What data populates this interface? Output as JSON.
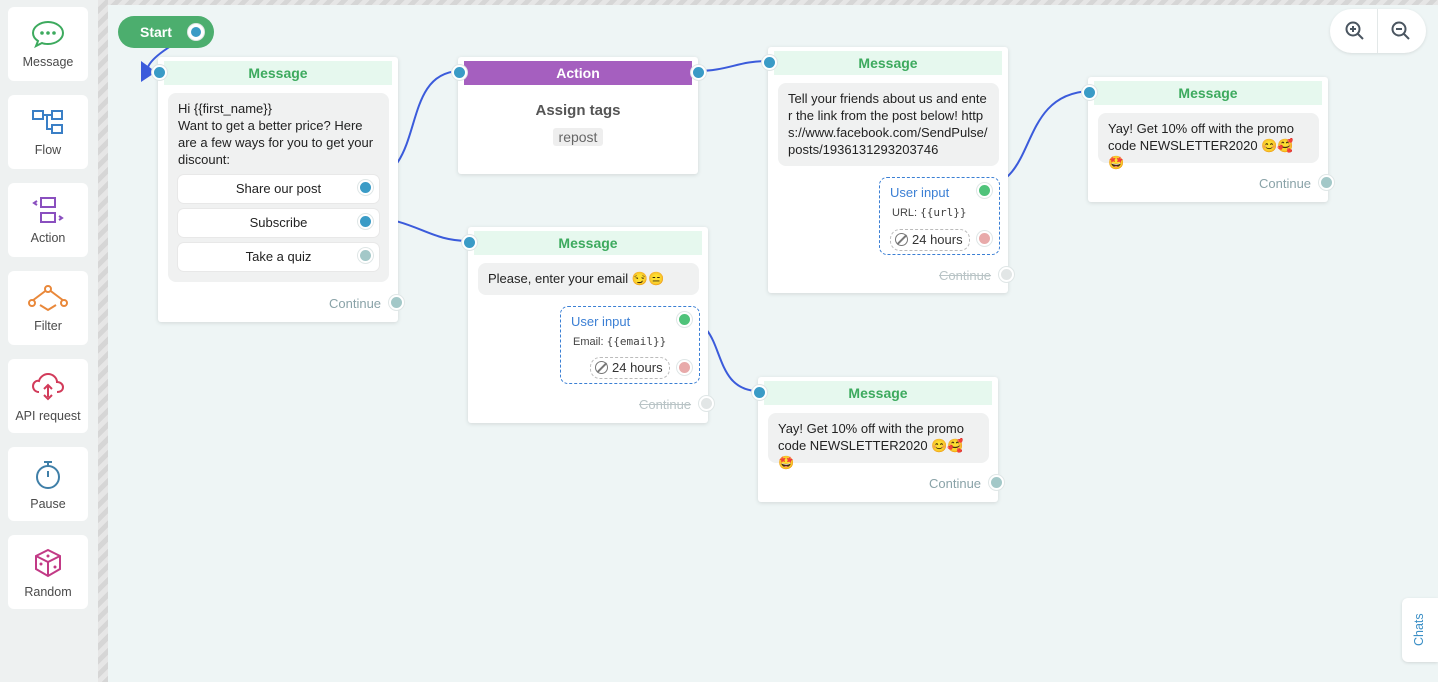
{
  "sidebar": {
    "items": [
      {
        "label": "Message",
        "icon": "chat-bubble-icon"
      },
      {
        "label": "Flow",
        "icon": "flow-icon"
      },
      {
        "label": "Action",
        "icon": "action-icon"
      },
      {
        "label": "Filter",
        "icon": "filter-icon"
      },
      {
        "label": "API request",
        "icon": "cloud-api-icon"
      },
      {
        "label": "Pause",
        "icon": "stopwatch-icon"
      },
      {
        "label": "Random",
        "icon": "dice-icon"
      }
    ]
  },
  "start": {
    "label": "Start"
  },
  "nodes": {
    "msg1": {
      "header": "Message",
      "text_line1": "Hi  {{first_name}}",
      "text_rest": "Want to get a better price? Here are a few ways for you to get your discount:",
      "buttons": [
        "Share our post",
        "Subscribe",
        "Take a quiz"
      ],
      "continue": "Continue"
    },
    "action1": {
      "header": "Action",
      "title": "Assign tags",
      "tag": "repost"
    },
    "msg2": {
      "header": "Message",
      "text": "Please, enter your email 😏😑",
      "user_input_title": "User input",
      "var_label": "Email:",
      "var_value": "{{email}}",
      "hours": "24 hours",
      "continue": "Continue"
    },
    "msg3": {
      "header": "Message",
      "text": "Tell your friends about us and enter the link from the post below! https://www.facebook.com/SendPulse/posts/1936131293203746",
      "user_input_title": "User input",
      "var_label": "URL:",
      "var_value": "{{url}}",
      "hours": "24 hours",
      "continue": "Continue"
    },
    "msg4": {
      "header": "Message",
      "text": "Yay! Get 10% off with the promo code NEWSLETTER2020 😊🥰🤩",
      "continue": "Continue"
    },
    "msg5": {
      "header": "Message",
      "text": "Yay! Get 10% off with the promo code NEWSLETTER2020 😊🥰🤩",
      "continue": "Continue"
    }
  },
  "chats": {
    "label": "Chats"
  },
  "colors": {
    "accent_green": "#4cae6e",
    "action_purple": "#a55fbf",
    "connector_blue": "#3b5bdb",
    "port_blue": "#3a9bc6"
  }
}
